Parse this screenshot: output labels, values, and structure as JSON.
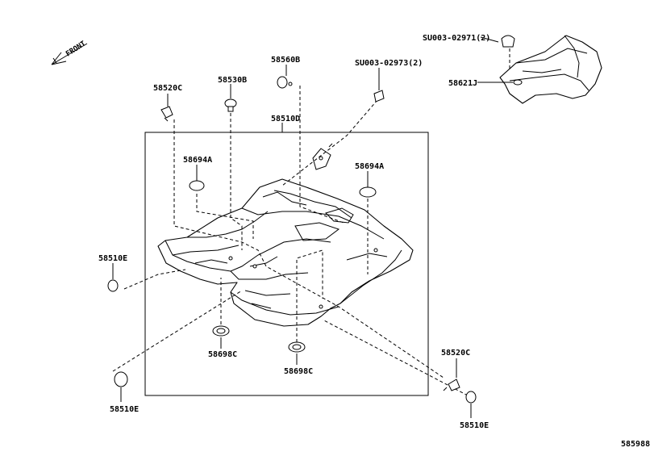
{
  "front_label": "FRONT",
  "diagram_code": "585988",
  "labels": {
    "su_02971": "SU003-02971(2)",
    "p58621J": "58621J",
    "p58560B": "58560B",
    "su_02973": "SU003-02973(2)",
    "p58520C_top": "58520C",
    "p58530B": "58530B",
    "p58510D": "58510D",
    "p58694A_left": "58694A",
    "p58694A_right": "58694A",
    "p58510E_left": "58510E",
    "p58698C_left": "58698C",
    "p58698C_right": "58698C",
    "p58520C_bottom": "58520C",
    "p58510E_bottom_left": "58510E",
    "p58510E_bottom_right": "58510E"
  }
}
